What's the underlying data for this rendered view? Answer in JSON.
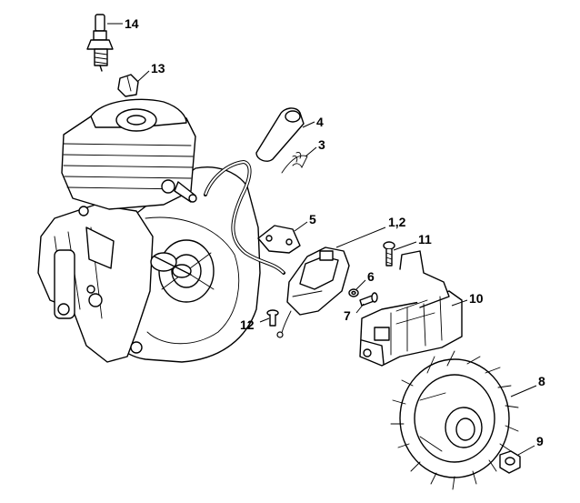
{
  "labels": [
    {
      "id": "14",
      "text": "14"
    },
    {
      "id": "13",
      "text": "13"
    },
    {
      "id": "4",
      "text": "4"
    },
    {
      "id": "3",
      "text": "3"
    },
    {
      "id": "5",
      "text": "5"
    },
    {
      "id": "1-2",
      "text": "1,2"
    },
    {
      "id": "11",
      "text": "11"
    },
    {
      "id": "6",
      "text": "6"
    },
    {
      "id": "7",
      "text": "7"
    },
    {
      "id": "10",
      "text": "10"
    },
    {
      "id": "12",
      "text": "12"
    },
    {
      "id": "8",
      "text": "8"
    },
    {
      "id": "9",
      "text": "9"
    }
  ]
}
